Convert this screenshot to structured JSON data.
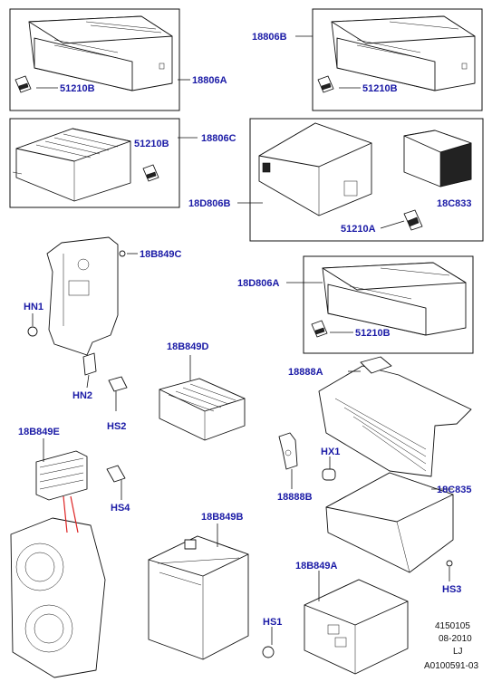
{
  "labels": {
    "l18806A": "18806A",
    "l51210B_1": "51210B",
    "l18806B": "18806B",
    "l51210B_2": "51210B",
    "l18806C": "18806C",
    "l51210B_3": "51210B",
    "l18D806B": "18D806B",
    "l18C833": "18C833",
    "l51210A": "51210A",
    "l18B849C": "18B849C",
    "l18D806A": "18D806A",
    "l51210B_4": "51210B",
    "lHN1": "HN1",
    "lHN2": "HN2",
    "lHS2": "HS2",
    "l18B849D": "18B849D",
    "l18888A": "18888A",
    "l18B849E": "18B849E",
    "lHX1": "HX1",
    "l18888B": "18888B",
    "lHS4": "HS4",
    "l18C835": "18C835",
    "l18B849B": "18B849B",
    "l18B849A": "18B849A",
    "lHS3": "HS3",
    "lHS1": "HS1"
  },
  "footer": {
    "code": "4150105",
    "date": "08-2010",
    "initials": "LJ",
    "ref": "A0100591-03"
  }
}
